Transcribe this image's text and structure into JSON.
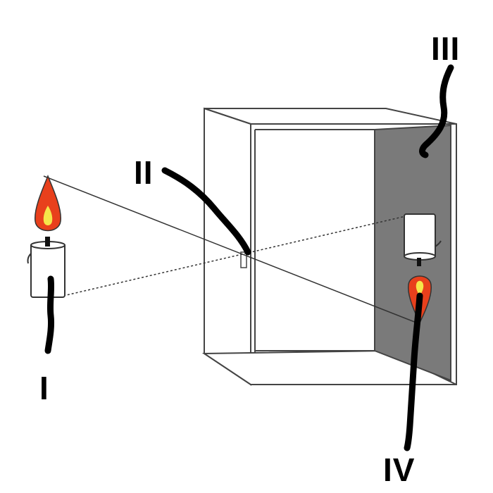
{
  "labels": {
    "i": "I",
    "ii": "II",
    "iii": "III",
    "iv": "IV"
  },
  "colors": {
    "flame_outer": "#e8401c",
    "flame_inner": "#f5e64a",
    "screen": "#7a7a7a",
    "outline": "#333333",
    "pointer": "#000000"
  },
  "icons": {
    "object": "candle-icon",
    "image": "inverted-candle-icon"
  }
}
